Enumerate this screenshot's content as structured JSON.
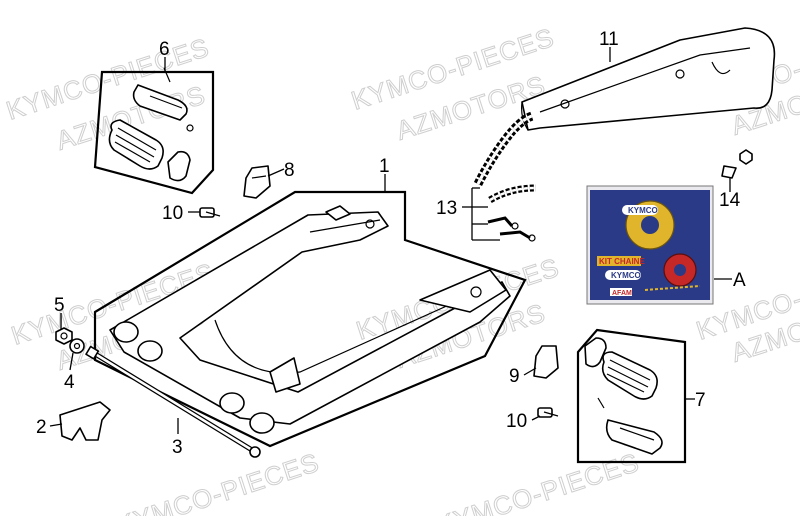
{
  "watermarks": {
    "brand_a": "KYMCO-PIECES",
    "brand_b": "AZMOTORS"
  },
  "callouts": {
    "c1": "1",
    "c2": "2",
    "c3": "3",
    "c4": "4",
    "c5": "5",
    "c6": "6",
    "c7": "7",
    "c8": "8",
    "c9": "9",
    "c10a": "10",
    "c10b": "10",
    "c11": "11",
    "c13": "13",
    "c14": "14",
    "cA": "A"
  },
  "kit_box": {
    "title": "KIT CHAINE",
    "brand": "KYMCO",
    "badge": "AFAM"
  },
  "colors": {
    "kit_blue": "#2b3a86",
    "kit_gold": "#e0b52c",
    "kit_red": "#c62828"
  }
}
